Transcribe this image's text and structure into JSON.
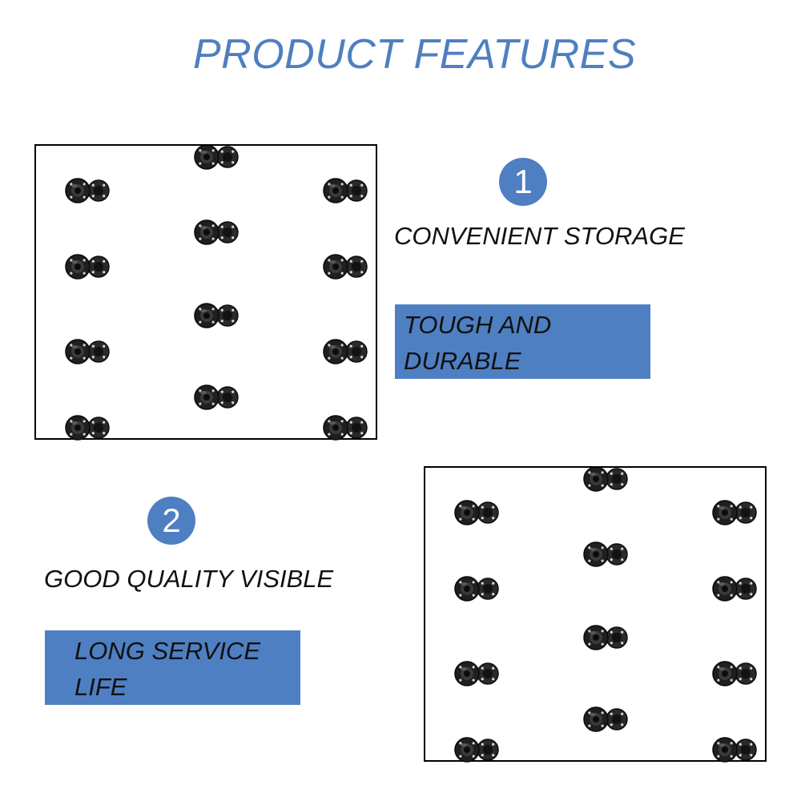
{
  "title": "PRODUCT FEATURES",
  "features": [
    {
      "number": "1",
      "text": "CONVENIENT STORAGE",
      "highlight_line1": "TOUGH AND",
      "highlight_line2": "DURABLE"
    },
    {
      "number": "2",
      "text": "GOOD QUALITY VISIBLE",
      "highlight_line1": "LONG SERVICE",
      "highlight_line2": "LIFE"
    }
  ],
  "colors": {
    "accent": "#4e7fc2",
    "title": "#4f7fc0",
    "snap": "#1a1a1a"
  }
}
